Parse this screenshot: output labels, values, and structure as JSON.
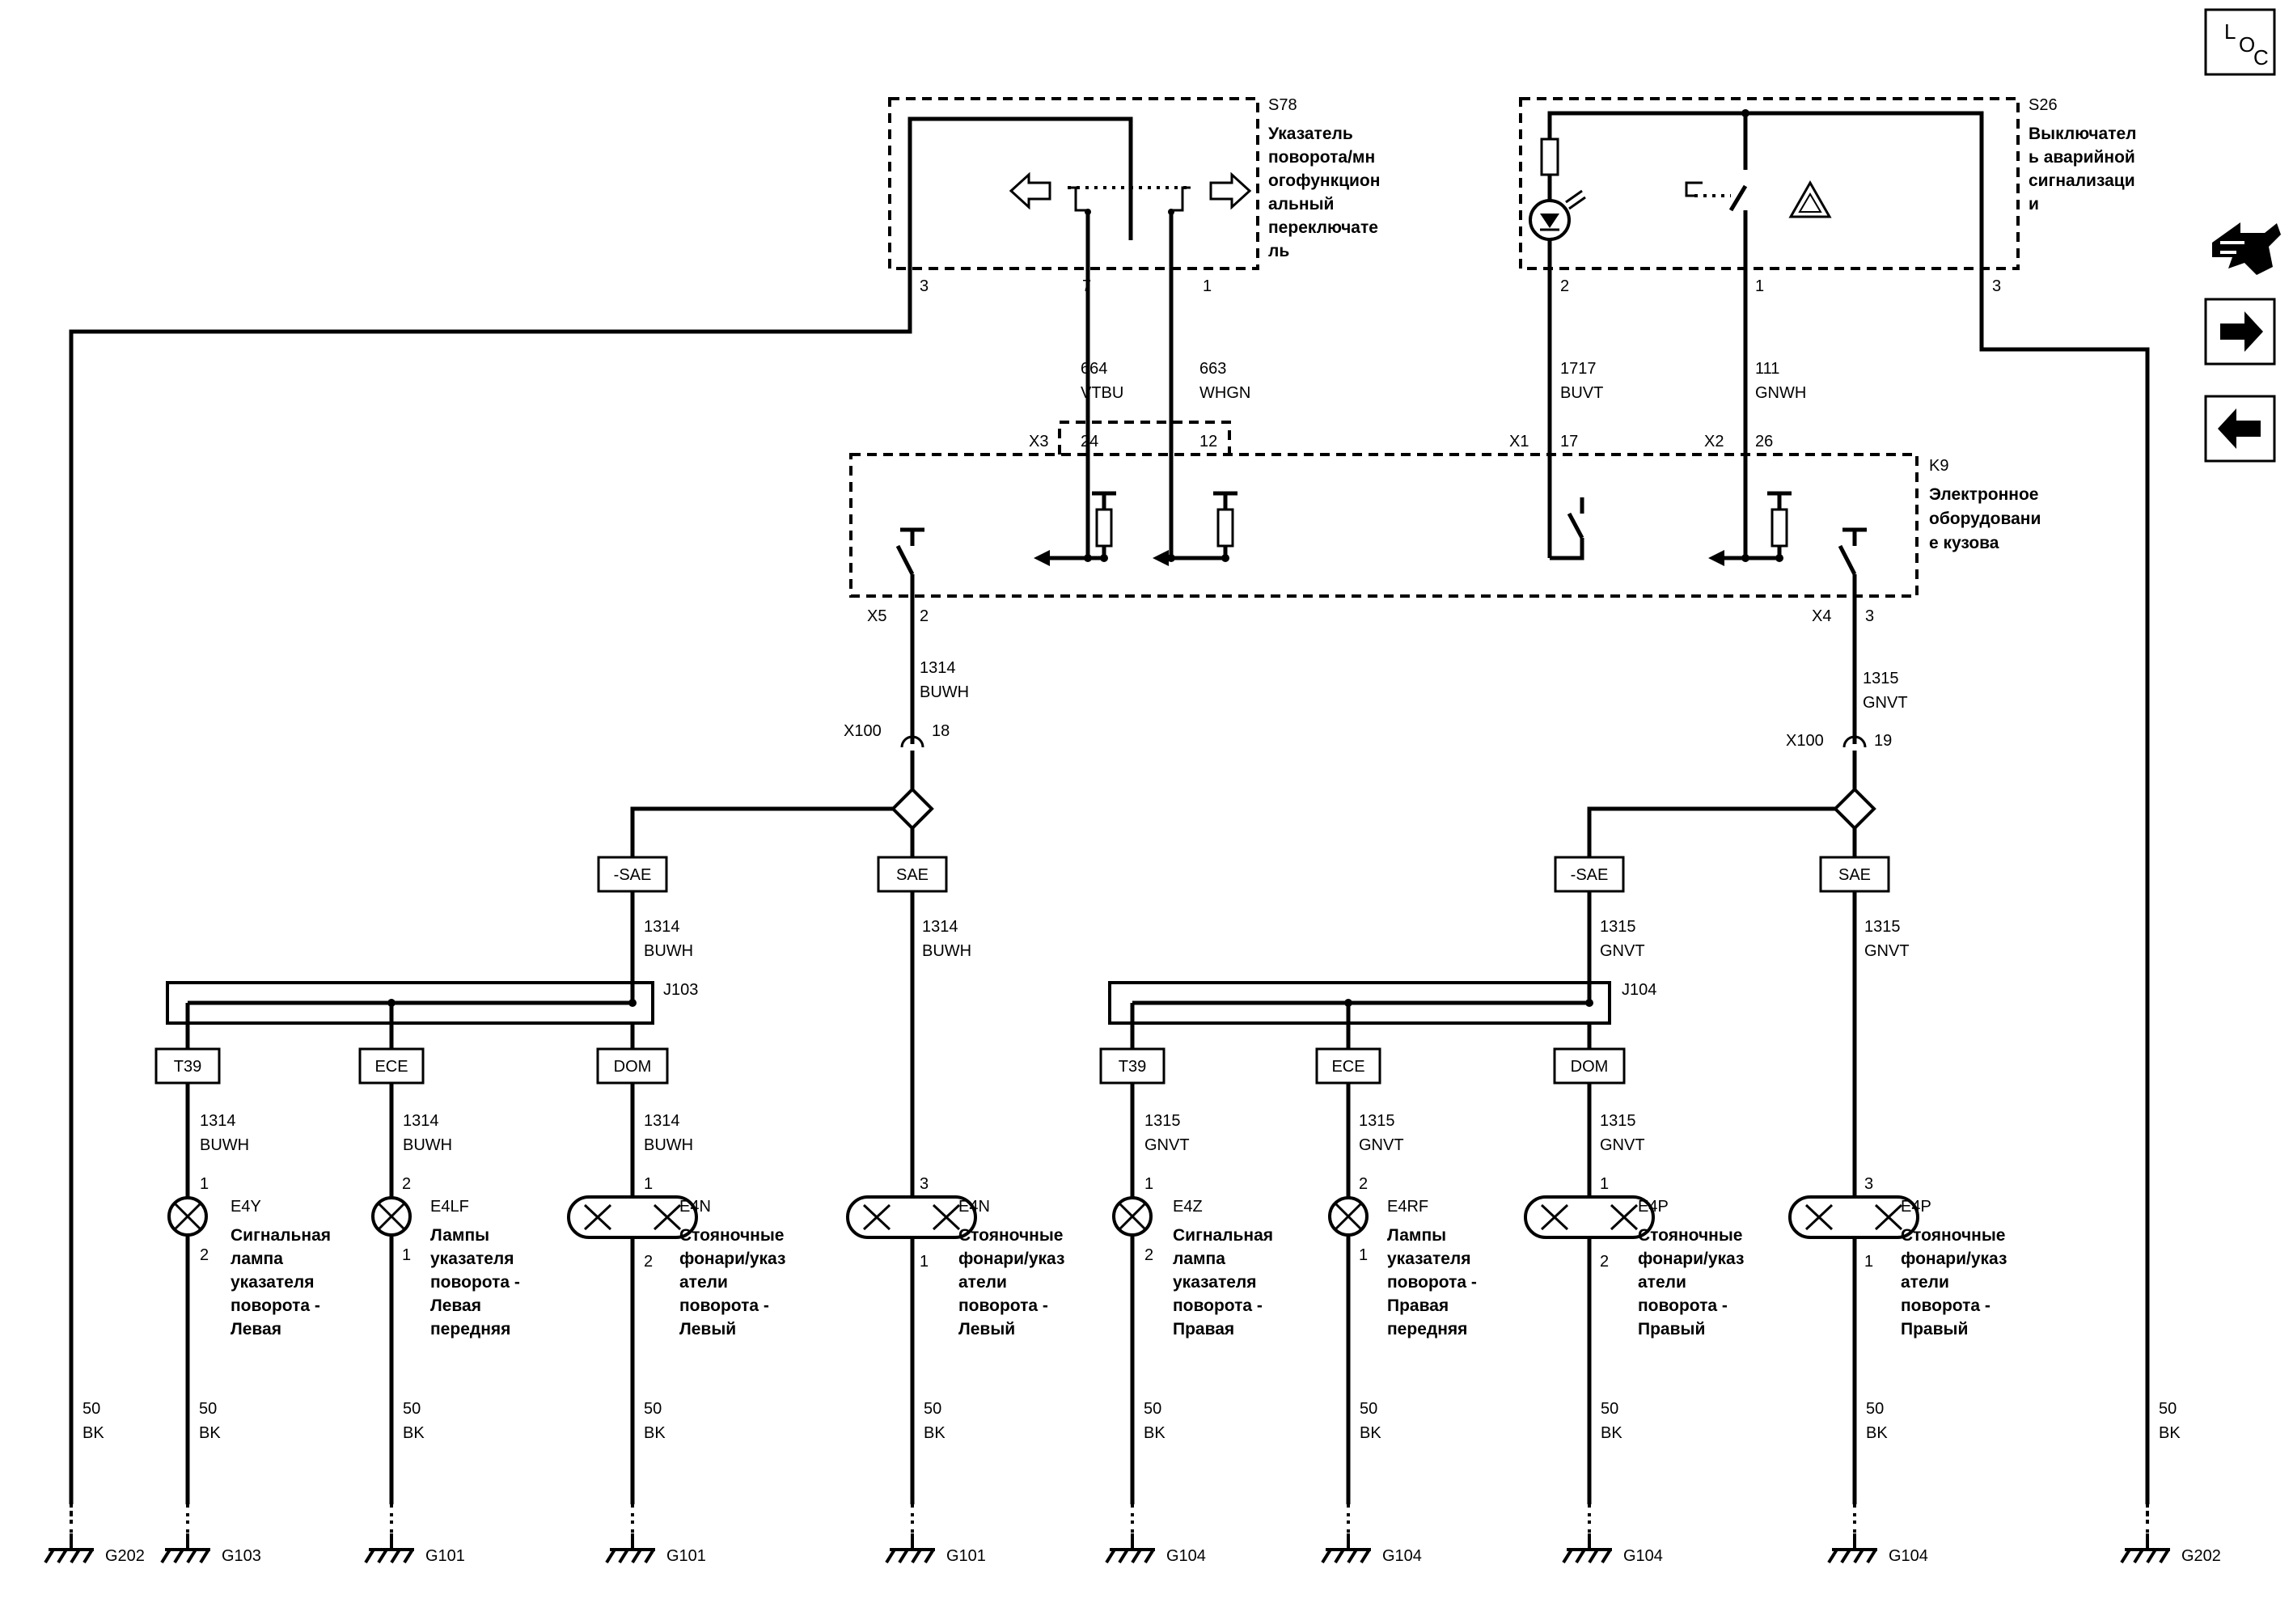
{
  "components": {
    "s78": {
      "id": "S78",
      "name": "Указатель поворота/многофункциональный переключатель",
      "name_lines": [
        "Указатель",
        "поворота/мн",
        "огофункцион",
        "альный",
        "переключате",
        "ль"
      ],
      "pin_left": "3",
      "pin_mid": "7",
      "pin_right": "1"
    },
    "s26": {
      "id": "S26",
      "name": "Выключатель аварийной сигнализации",
      "name_lines": [
        "Выключател",
        "ь аварийной",
        "сигнализаци",
        "и"
      ],
      "pin_a": "2",
      "pin_b": "1",
      "pin_c": "3"
    },
    "k9": {
      "id": "K9",
      "name": "Электронное оборудование кузова",
      "name_lines": [
        "Электронное",
        "оборудовани",
        "е кузова"
      ],
      "conn_x3": "X3",
      "pin_x3_24": "24",
      "pin_x3_12": "12",
      "conn_x1": "X1",
      "pin_x1": "17",
      "conn_x2": "X2",
      "pin_x2": "26",
      "conn_x5": "X5",
      "pin_x5": "2",
      "conn_x4": "X4",
      "pin_x4": "3"
    }
  },
  "wires": {
    "w664": {
      "num": "664",
      "color": "VTBU"
    },
    "w663": {
      "num": "663",
      "color": "WHGN"
    },
    "w1717": {
      "num": "1717",
      "color": "BUVT"
    },
    "w111": {
      "num": "111",
      "color": "GNWH"
    },
    "w1314": {
      "num": "1314",
      "color": "BUWH"
    },
    "w1315": {
      "num": "1315",
      "color": "GNVT"
    },
    "ground": {
      "num": "50",
      "color": "BK"
    }
  },
  "connectors": {
    "x100": "X100",
    "x100_left_pin": "18",
    "x100_right_pin": "19",
    "j103": "J103",
    "j104": "J104"
  },
  "options": {
    "neg_sae": "-SAE",
    "sae": "SAE",
    "t39": "T39",
    "ece": "ECE",
    "dom": "DOM"
  },
  "lamps": [
    {
      "id": "E4Y",
      "lines": [
        "Сигнальная",
        "лампа",
        "указателя",
        "поворота -",
        "Левая"
      ],
      "pin_top": "1",
      "pin_bottom": "2"
    },
    {
      "id": "E4LF",
      "lines": [
        "Лампы",
        "указателя",
        "поворота -",
        "Левая",
        "передняя"
      ],
      "pin_top": "2",
      "pin_bottom": "1"
    },
    {
      "id": "E4N",
      "lines": [
        "Стояночные",
        "фонари/указ",
        "атели",
        "поворота -",
        "Левый"
      ],
      "pin_top": "1",
      "pin_bottom": "2"
    },
    {
      "id": "E4N",
      "lines": [
        "Стояночные",
        "фонари/указ",
        "атели",
        "поворота -",
        "Левый"
      ],
      "pin_top": "3",
      "pin_bottom": "1"
    },
    {
      "id": "E4Z",
      "lines": [
        "Сигнальная",
        "лампа",
        "указателя",
        "поворота -",
        "Правая"
      ],
      "pin_top": "1",
      "pin_bottom": "2"
    },
    {
      "id": "E4RF",
      "lines": [
        "Лампы",
        "указателя",
        "поворота -",
        "Правая",
        "передняя"
      ],
      "pin_top": "2",
      "pin_bottom": "1"
    },
    {
      "id": "E4P",
      "lines": [
        "Стояночные",
        "фонари/указ",
        "атели",
        "поворота -",
        "Правый"
      ],
      "pin_top": "1",
      "pin_bottom": "2"
    },
    {
      "id": "E4P",
      "lines": [
        "Стояночные",
        "фонари/указ",
        "атели",
        "поворота -",
        "Правый"
      ],
      "pin_top": "3",
      "pin_bottom": "1"
    }
  ],
  "grounds": [
    "G202",
    "G103",
    "G101",
    "G101",
    "G101",
    "G104",
    "G104",
    "G104",
    "G104",
    "G202"
  ],
  "side_panel": {
    "loc_l": "L",
    "loc_o": "O",
    "loc_c": "C",
    "icons": [
      "connector-icon",
      "arrow-right-icon",
      "arrow-left-icon"
    ]
  }
}
